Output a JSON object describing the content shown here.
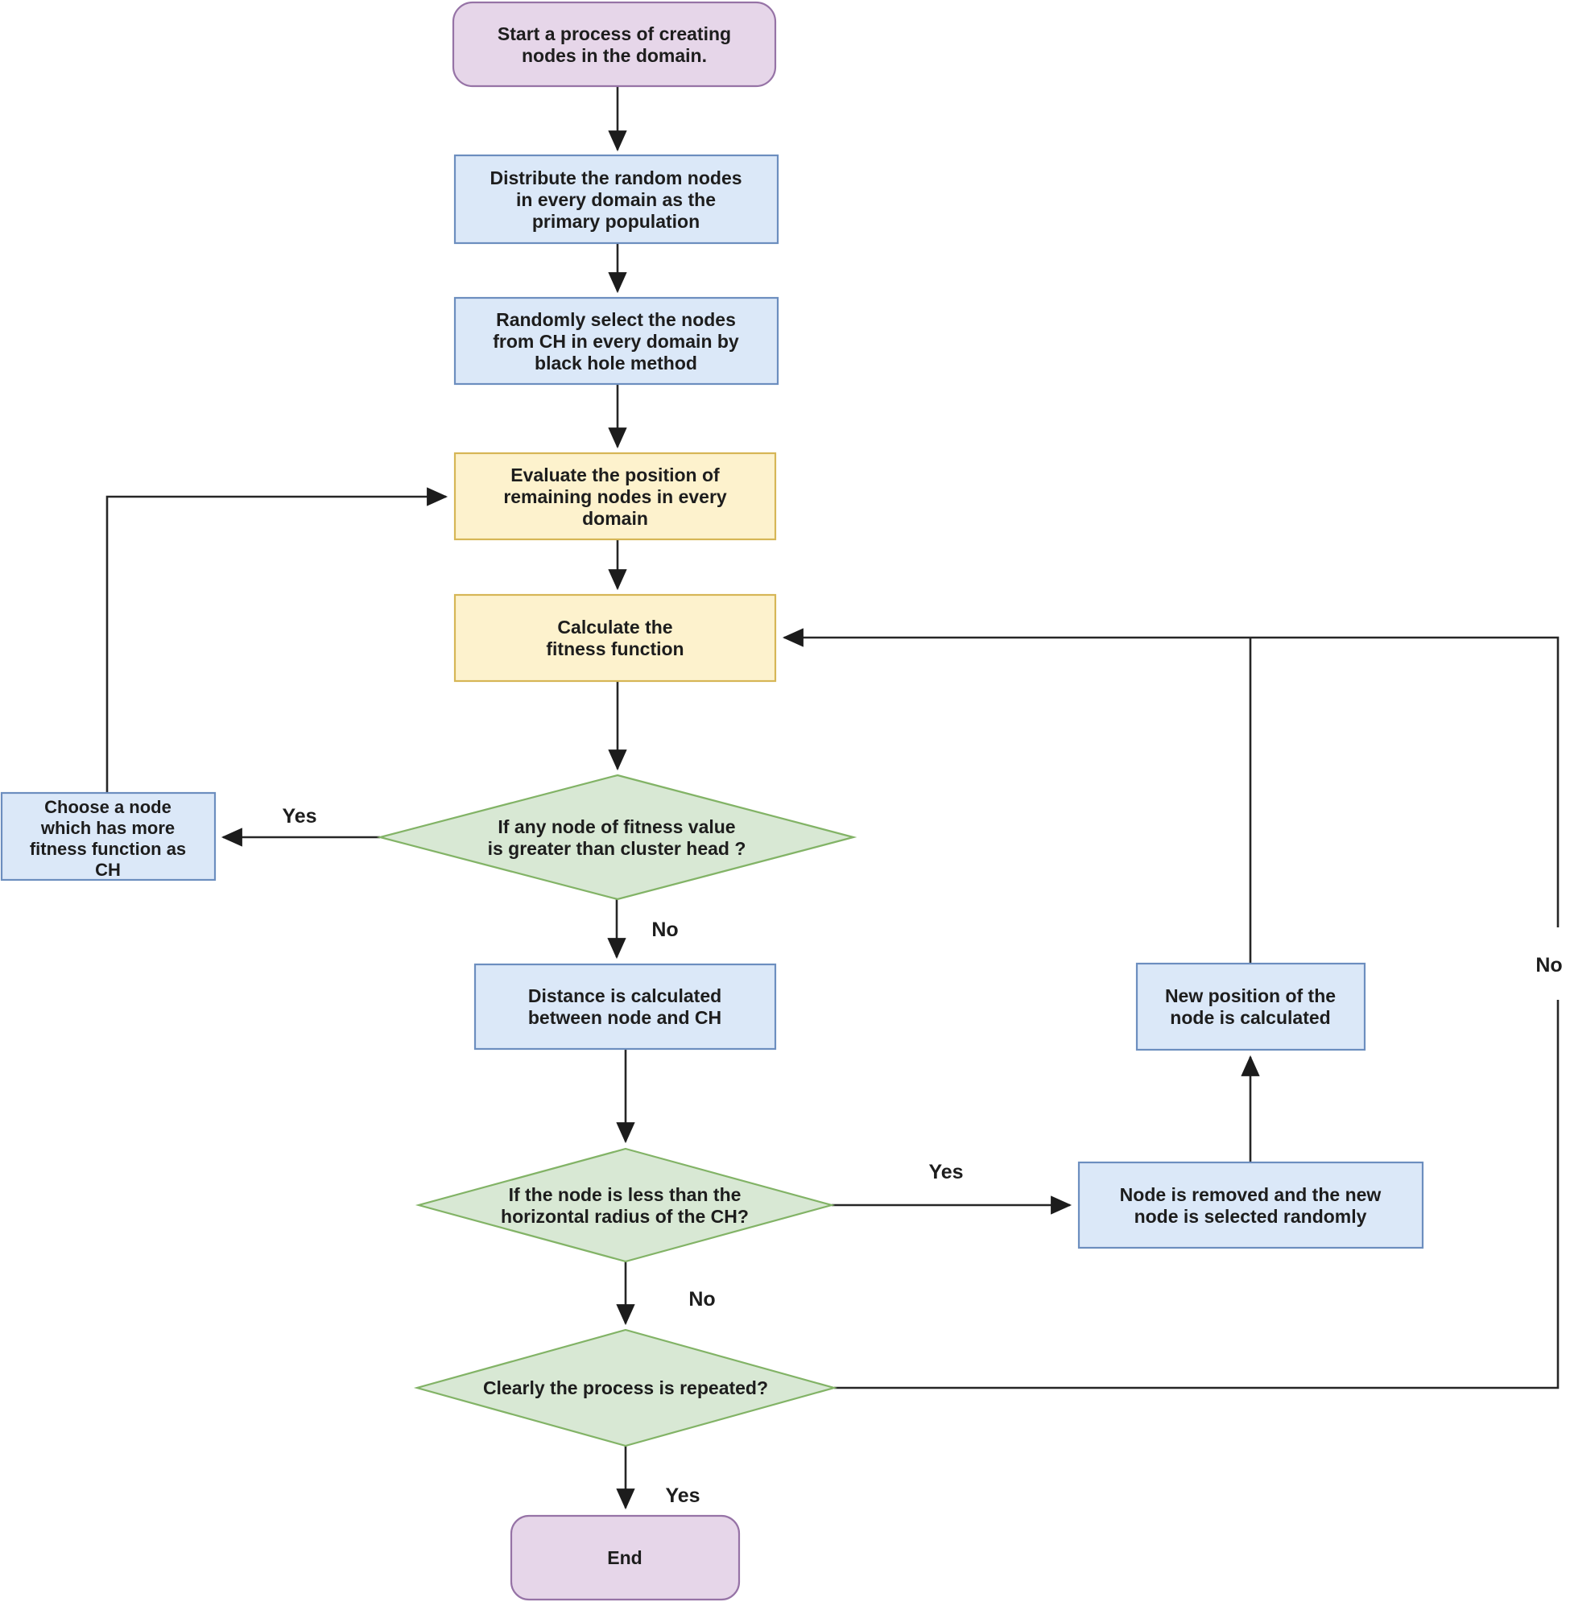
{
  "diagram": {
    "type": "flowchart",
    "background": "#ffffff",
    "palette": {
      "terminator_fill": "#e6d6e9",
      "terminator_stroke": "#9673a6",
      "process_fill": "#dbe8f8",
      "process_stroke": "#6c8ebf",
      "highlight_fill": "#fdf2cd",
      "highlight_stroke": "#d6b656",
      "decision_fill": "#d8e8d4",
      "decision_stroke": "#82b366",
      "edge_color": "#262626",
      "text_color": "#1d1d1d"
    },
    "nodes": {
      "start": {
        "shape": "rounded-rect",
        "lines": [
          "Start a process of creating",
          "nodes in the domain."
        ]
      },
      "distribute": {
        "shape": "rect",
        "lines": [
          "Distribute the random nodes",
          "in every domain as the",
          "primary population"
        ]
      },
      "random_select": {
        "shape": "rect",
        "lines": [
          "Randomly select the nodes",
          "from CH in every domain by",
          "black hole method"
        ]
      },
      "evaluate": {
        "shape": "rect",
        "lines": [
          "Evaluate the position of",
          "remaining nodes in every",
          "domain"
        ]
      },
      "calculate": {
        "shape": "rect",
        "lines": [
          "Calculate the",
          "fitness function"
        ]
      },
      "fitness_decision": {
        "shape": "diamond",
        "lines": [
          "If any node of fitness value",
          "is greater than cluster head ?"
        ]
      },
      "choose_node": {
        "shape": "rect",
        "lines": [
          "Choose a node",
          "which has more",
          "fitness function as",
          "CH"
        ]
      },
      "distance": {
        "shape": "rect",
        "lines": [
          "Distance is calculated",
          "between node and CH"
        ]
      },
      "radius_decision": {
        "shape": "diamond",
        "lines": [
          "If the node is less than the",
          "horizontal radius of the CH?"
        ]
      },
      "node_removed": {
        "shape": "rect",
        "lines": [
          "Node is removed and the new",
          "node is selected randomly"
        ]
      },
      "new_position": {
        "shape": "rect",
        "lines": [
          "New position of the",
          "node is calculated"
        ]
      },
      "repeat_decision": {
        "shape": "diamond",
        "lines": [
          "Clearly the process is repeated?"
        ]
      },
      "end": {
        "shape": "rounded-rect",
        "lines": [
          "End"
        ]
      }
    },
    "edge_labels": {
      "fitness_yes": "Yes",
      "fitness_no": "No",
      "radius_yes": "Yes",
      "radius_no": "No",
      "repeat_no": "No",
      "repeat_yes": "Yes"
    }
  }
}
